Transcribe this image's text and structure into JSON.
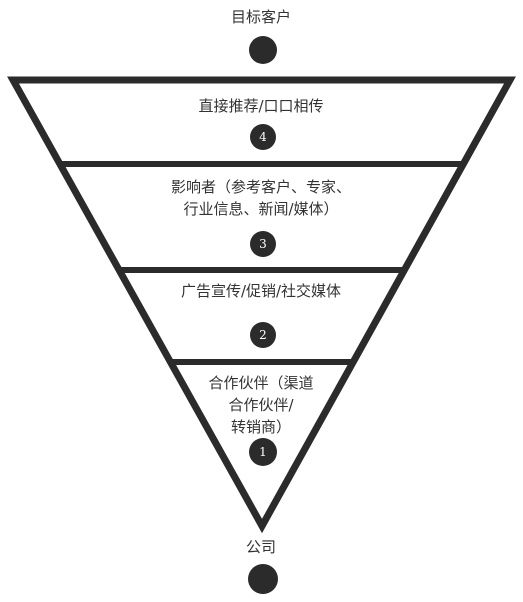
{
  "top": {
    "label": "目标客户"
  },
  "bottom": {
    "label": "公司"
  },
  "levels": [
    {
      "number": "4",
      "label": "直接推荐/口口相传"
    },
    {
      "number": "3",
      "label": "影响者（参考客户、专家、\n行业信息、新闻/媒体）"
    },
    {
      "number": "2",
      "label": "广告宣传/促销/社交媒体"
    },
    {
      "number": "1",
      "label": "合作伙伴（渠道\n合作伙伴/\n转销商）"
    }
  ],
  "colors": {
    "line": "#2b2b2b",
    "dot": "#2b2b2b",
    "dot_text": "#ffffff",
    "text": "#333333",
    "background": "#ffffff"
  }
}
